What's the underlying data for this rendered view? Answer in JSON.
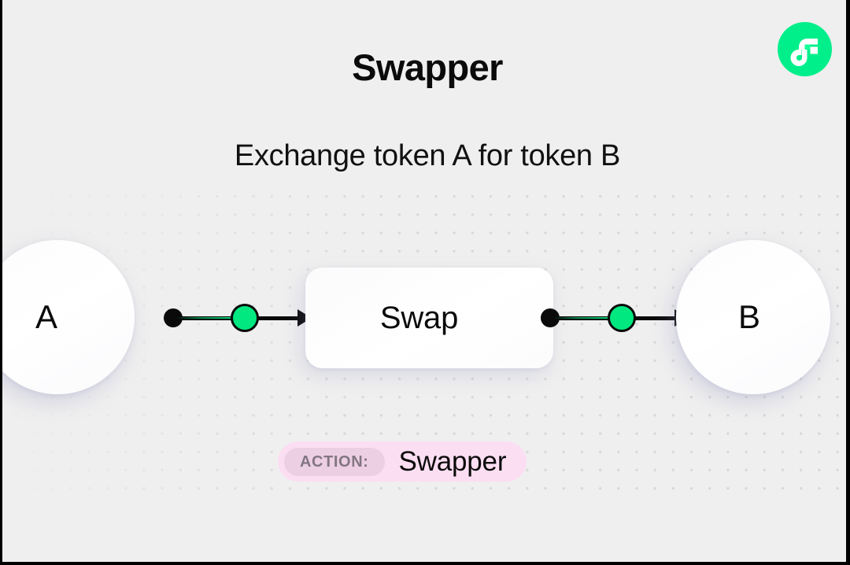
{
  "header": {
    "title": "Swapper",
    "subtitle": "Exchange token A for token B",
    "logo": {
      "name": "flow-logo-icon",
      "circle_color": "#00EF8B",
      "glyph_color": "#FFFFFF",
      "accent_color": "#16FF99"
    }
  },
  "diagram": {
    "nodes": [
      {
        "id": "node-a",
        "label": "A",
        "shape": "circle",
        "fill": "#FFFFFF"
      },
      {
        "id": "swap-card",
        "label": "Swap",
        "shape": "rounded-rect",
        "fill": "#FFFFFF"
      },
      {
        "id": "node-b",
        "label": "B",
        "shape": "circle",
        "fill": "#FFFFFF"
      }
    ],
    "edges": [
      {
        "id": "edge-a-swap",
        "from": "A",
        "to": "Swap",
        "marker": "arrow",
        "dot_color": "#0A0A0A",
        "accent_color": "#00E87F"
      },
      {
        "id": "edge-swap-b",
        "from": "Swap",
        "to": "B",
        "marker": "arrow",
        "dot_color": "#0A0A0A",
        "accent_color": "#00E87F"
      }
    ],
    "background": {
      "pattern": "dot-grid",
      "dot_color": "#D8D8D8",
      "canvas_color": "#EFEFEF"
    }
  },
  "action_badge": {
    "key_label": "ACTION:",
    "value_label": "Swapper",
    "pill_color": "#FBDEF2",
    "key_pill_color": "#EDCFE4",
    "key_text_color": "#837683"
  }
}
